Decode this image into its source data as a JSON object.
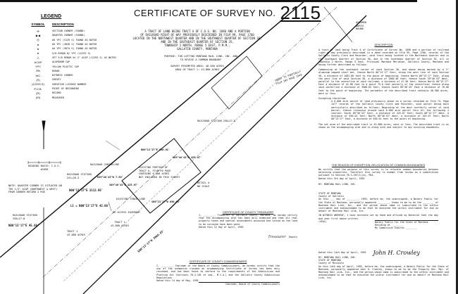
{
  "title": {
    "label": "CERTIFICATE OF SURVEY NO.",
    "number": "2115"
  },
  "subtitle": [
    "A TRACT OF LAND BEING TRACT A OF C.O.S. NO. 1098 AND A PORTION",
    "OF RAILROAD RIGHT-OF-WAY PREVIOUSLY DESCRIBED IN FILM 99, PAGE 1760",
    "LOCATED IN THE NORTHWEST QUARTER AND IN THE SOUTHWEST QUARTER OF SECTION 36,",
    "AND IN THE SOUTHEAST QUARTER OF SECTION 35,",
    "TOWNSHIP 2 NORTH, RANGE 5 EAST, P.M.M.,",
    "GALLATIN COUNTY, MONTANA"
  ],
  "purpose": [
    "PURPOSE: FOR LOTTING MONTANA RAIL LINK, INC. AND",
    "TO REVISE A COMMON BOUNDARY"
  ],
  "area": [
    "SURVEY PERIMETER AREA: 48.560 ACRES",
    "AREA OF TRACT 1: 43.880 ACRES"
  ],
  "legend": {
    "title": "LEGEND",
    "symbol_header": "SYMBOL",
    "description_header": "DESCRIPTION",
    "items": [
      {
        "symbol": "✣",
        "description": "SECTION CORNER (FOUND)"
      },
      {
        "symbol": "▶◀",
        "description": "QUARTER CORNER (FOUND)"
      },
      {
        "symbol": "◎",
        "description": "#5 YPC (5129 S) FOUND AS NOTED"
      },
      {
        "symbol": "●",
        "description": "#5 YPC (4836 S) FOUND AS NOTED"
      },
      {
        "symbol": "●",
        "description": "#4 YPC (9874 S) FOUND AS NOTED"
      },
      {
        "symbol": "●",
        "description": "5/8 REBAR W/ YPC (12293 S)"
      },
      {
        "symbol": "△",
        "description": "SET 5/8 REBAR W/ 2\" ACAP (12293 S) AS NOTED"
      },
      {
        "symbol": "ACAP",
        "description": "ALUMINUM CAP"
      },
      {
        "symbol": "YPC",
        "description": "YELLOW PLASTIC CAP"
      },
      {
        "symbol": "RB",
        "description": "REBAR"
      },
      {
        "symbol": "WC",
        "description": "WITNESS CORNER"
      },
      {
        "symbol": "(S)",
        "description": "SURVEY"
      },
      {
        "symbol": "(12293 S)",
        "description": "SURVEYOR LICENSE NUMBER"
      },
      {
        "symbol": "P.O.B.",
        "description": "POINT OF BEGINNING"
      },
      {
        "symbol": "(R)",
        "description": "RECORD"
      },
      {
        "symbol": "(M)",
        "description": "MEASURED"
      }
    ]
  },
  "plat": {
    "bearing_basis": "BEARING BASIS: C.O.S. #1098",
    "railroad_centerline": "RAILROAD CENTERLINE",
    "railroad_station_1": "RAILROAD STATION 241+26.5",
    "railroad_station_2": "RAILROAD STATION 258+27.8",
    "call_1": "N00°13'17\"E 3112.95'",
    "call_2": "N39°48'43\"W 7.56'",
    "call_3": "S00°13'17\"W 3968.63'",
    "call_4": "N00°13'17\"E 630.01'",
    "call_5": "S00°13'17\"W 630.01'",
    "call_6": "N89°46'43\"W 425.07'",
    "call_7": "S89°46'43\"E 425.07'",
    "call_8": "N00°13'17\"E 45.68'",
    "call_9": "L1 = N00°13'17\"E 42.06'",
    "tract_a": [
      "EXISTING PORTION OF",
      "TRACT A, FILM 99 PAGE",
      "CONTAINS 6.000 ACRES",
      "NOT INCLUDED IN THIS SURVEY"
    ],
    "tract_1": [
      "TRACT 1",
      "43.880 ACRES"
    ],
    "existing_fence": "EXISTING FENCE LINE",
    "rr_easement": "RR ACCESS EASEMENT",
    "note_witness": [
      "NOTE: QUARTER CORNER IS SITUATED ON",
      "THE 1/2\" ACAP (NORTHWEST & WEST)",
      "FROM CORNER RECORD 2 RGE"
    ],
    "assumed_north": [
      "ASSUMED",
      "NORTH",
      "BOUND"
    ],
    "film_ref": [
      "SHEET 75 PARTIALLY",
      "FILM 104 PAGE 1943"
    ],
    "detail": [
      "DETAIL A",
      "NO SCALE"
    ]
  },
  "description": {
    "heading": "DESCRIPTION",
    "p1": "A tract of land being Tract A of Certificate of Survey No. 1098 and a portion of railroad right-of-way previously described in a deed recorded on Film 99, Page 1760, records of the Gallatin County Clerk and Recorder, said tract being located in the Northwest Quarter and in the Southwest Quarter of Section 36, and in the Southeast Quarter of Section 35, all in Township 2 North, Range 5 East, Principal Montana Meridian, Gallatin County, Montana and being further described as follows:",
    "p2": "Commencing at the southwest corner of said Section 36, and whose being marked by a 2\" aluminum capped steel bar, thence North 00°13'17\" East, along the west line of said Section 36, a distance of 1081.80 feet to the point of beginning; thence North 00°13'17\" East, along the west line of said Section 36, a distance of 2060.46 feet; thence South 39°48'43\" West, parallel to the centerline of said railroad, a distance of 47.56 feet; thence North 00°13'17\" East a distance of 42.06 feet to a point 75.0 feet westerly of the centerline; thence along said centerline a distance of 3968.63 feet; thence South 89°46'43\" East a distance of 76.00 feet to the point of beginning. The perimeter of the described tract contains 48.560 acres, more or less.",
    "excepting_label": "Excepting therefrom:",
    "p3": "A 6.000 acre parcel of land previously shown on a survey recorded on Film 74, Page 1477 records of the Gallatin County Clerk and Recorder, said parcel being more particularly described as follows: Beginning at the most northerly corner of said parcel; thence clockwise around said 6.000 acre parcel thru all the following 4 courses: South 89°46'43\" East, a distance of 425.07 feet; South 00°13'17\" West, a distance of 630.01 feet; North 89°46'43\" West, a distance of 425.07 feet; North 00°13'17\" East, a distance of 630.01 feet to the point of beginning.",
    "p4": "The net area of the described tract is 43.880 acres, more or less. The described tract is as shown on the accompanying plat and is along with and subject to any existing easements."
  },
  "exemption": {
    "heading": "THE REASON OF EXEMPTION: RELOCATION OF COMMON BOUNDARIES",
    "text": "We certify that the purpose of this survey is to relocate common boundaries between adjoining properties. Therefore this survey is exempt from review as a subdivision pursuant to Section 76-3-207(1)(a), MCA.",
    "dated": "Dated this 5th day of April, 1993",
    "by_label": "BY: MONTANA RAIL LINK, INC."
  },
  "notary": {
    "state": "STATE OF MONTANA",
    "county": "County of Gallatin",
    "text": "On this ___ day of ________, 1993, before me, the undersigned, a Notary Public for the State of Montana, personally appeared ________, known to me to be the ________ of Montana Rail Link, Inc., and the person whose name is subscribed to the within instrument and acknowledged to me that he executed the within instrument for and on behalf of Montana Rail Link, Inc.",
    "witness": "IN WITNESS WHEREOF, I have hereunto set my hand and affixed my Notarial Seal the day and year first above written.",
    "seal": "(SEAL)",
    "notary_lines": [
      "Notary Public for the State of Montana",
      "Residing at ________",
      "My Commission Expires ________"
    ]
  },
  "owner": {
    "dated": "Dated this 14th day of April, 1993",
    "signature": "John H. Crowley",
    "by_label": "BY: MONTANA RAIL LINK, INC.",
    "state": "STATE OF MONTANA",
    "county": "County of Missoula",
    "text": "On this 14th day of April, 1993, before me, the undersigned, a Notary Public for the State of Montana, personally appeared John H. Crowley, known to me to be the Property Dev. Mgr. of Montana Rail Link, Inc., and the person whose name is subscribed to the within instrument and acknowledged to me that he executed the within instrument for and on behalf of Montana Rail Link, Inc."
  },
  "treasurer": {
    "heading": "CERTIFICATE OF COUNTY TREASURER",
    "text": "I, ________, Treasurer of Gallatin County, Montana, do hereby certify that the accompanying plat has been duly examined and that all real property taxes and special assessments assessed and levied on the land to be surveyed have been paid.",
    "dated": "Dated this 12 day of April, 1993",
    "signature": "Treasurer",
    "deputy": "Deputy"
  },
  "commissioners": {
    "heading": "CERTIFICATE OF COUNTY COMMISSIONERS",
    "text": "I, ________, Chairman of the Board of County Commissioners, do hereby certify that the use of the exemption claimed on accompanying Certificate of Survey has been duly reviewed, and has been found to conform to the requirements of the Subdivision and Platting Act (Sections 76-3-101 et seq., M.C.A.) and the Gallatin County Subdivision Regulations.",
    "dated": "Dated this 14 day of May, 1993",
    "signature": "Chairman, Board of County Commissioners"
  },
  "tract_small": [
    "TRACT 1",
    "43.880 ACRES"
  ],
  "station_note": [
    "RAILROAD STATION",
    "258+27.8"
  ]
}
